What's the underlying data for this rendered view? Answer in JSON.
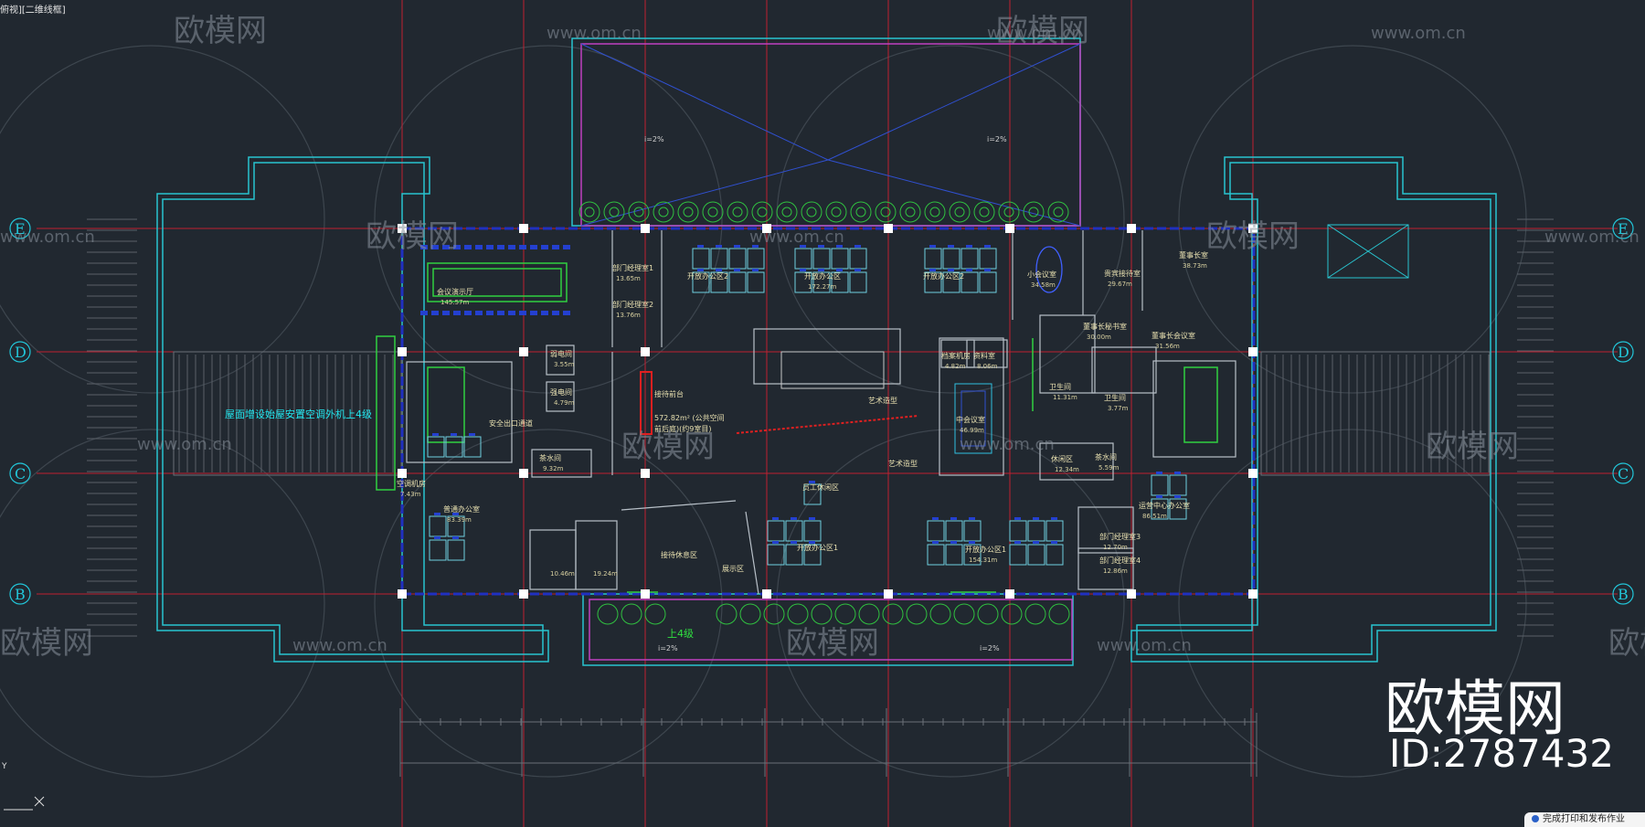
{
  "window": {
    "view_title": "俯视][二维线框]"
  },
  "watermark": {
    "brand": "欧模网",
    "url": "www.om.cn",
    "id_label": "ID:2787432"
  },
  "axes": [
    "E",
    "D",
    "C",
    "B"
  ],
  "annotations": {
    "ac_note": "屋面增设始屋安置空调外机",
    "up4_left": "上4级",
    "up4_bottom": "上4级",
    "public_area": "572.82m² (公共空间",
    "public_area_2": "前后庭)(约9室目)",
    "slope": "i=2%"
  },
  "rooms": [
    {
      "name": "会议演示厅",
      "area": "145.57m"
    },
    {
      "name": "部门经理室1",
      "area": "13.65m"
    },
    {
      "name": "部门经理室2",
      "area": "13.76m"
    },
    {
      "name": "开放办公区2",
      "area": ""
    },
    {
      "name": "开放办公区",
      "area": "172.27m"
    },
    {
      "name": "开放办公区2",
      "area": ""
    },
    {
      "name": "小会议室",
      "area": "34.58m"
    },
    {
      "name": "贵宾接待室",
      "area": "29.67m"
    },
    {
      "name": "董事长室",
      "area": "38.73m"
    },
    {
      "name": "董事长秘书室",
      "area": "30.00m"
    },
    {
      "name": "董事长会议室",
      "area": "31.56m"
    },
    {
      "name": "弱电间",
      "area": "3.55m"
    },
    {
      "name": "强电间",
      "area": "4.79m"
    },
    {
      "name": "安全出口通道",
      "area": ""
    },
    {
      "name": "茶水间",
      "area": "9.32m"
    },
    {
      "name": "接待前台",
      "area": ""
    },
    {
      "name": "艺术造型",
      "area": ""
    },
    {
      "name": "档案机房",
      "area": "4.82m"
    },
    {
      "name": "资料室",
      "area": "8.06m"
    },
    {
      "name": "中会议室",
      "area": "46.99m"
    },
    {
      "name": "卫生间",
      "area": "11.31m"
    },
    {
      "name": "卫生间",
      "area": "3.77m"
    },
    {
      "name": "休闲区",
      "area": "12.34m"
    },
    {
      "name": "茶水间",
      "area": "5.59m"
    },
    {
      "name": "艺术造型",
      "area": ""
    },
    {
      "name": "空调机房",
      "area": "7.43m"
    },
    {
      "name": "普通办公室",
      "area": "83.39m"
    },
    {
      "name": "员工休闲区",
      "area": ""
    },
    {
      "name": "接待休息区",
      "area": ""
    },
    {
      "name": "展示区",
      "area": ""
    },
    {
      "name": "开放办公区1",
      "area": ""
    },
    {
      "name": "开放办公区1",
      "area": "154.31m"
    },
    {
      "name": "运营中心办公室",
      "area": "86.51m"
    },
    {
      "name": "部门经理室3",
      "area": "12.70m"
    },
    {
      "name": "部门经理室4",
      "area": "12.86m"
    },
    {
      "name": "",
      "area": "10.46m"
    },
    {
      "name": "",
      "area": "19.24m"
    }
  ],
  "notification": {
    "text": "完成打印和发布作业"
  }
}
